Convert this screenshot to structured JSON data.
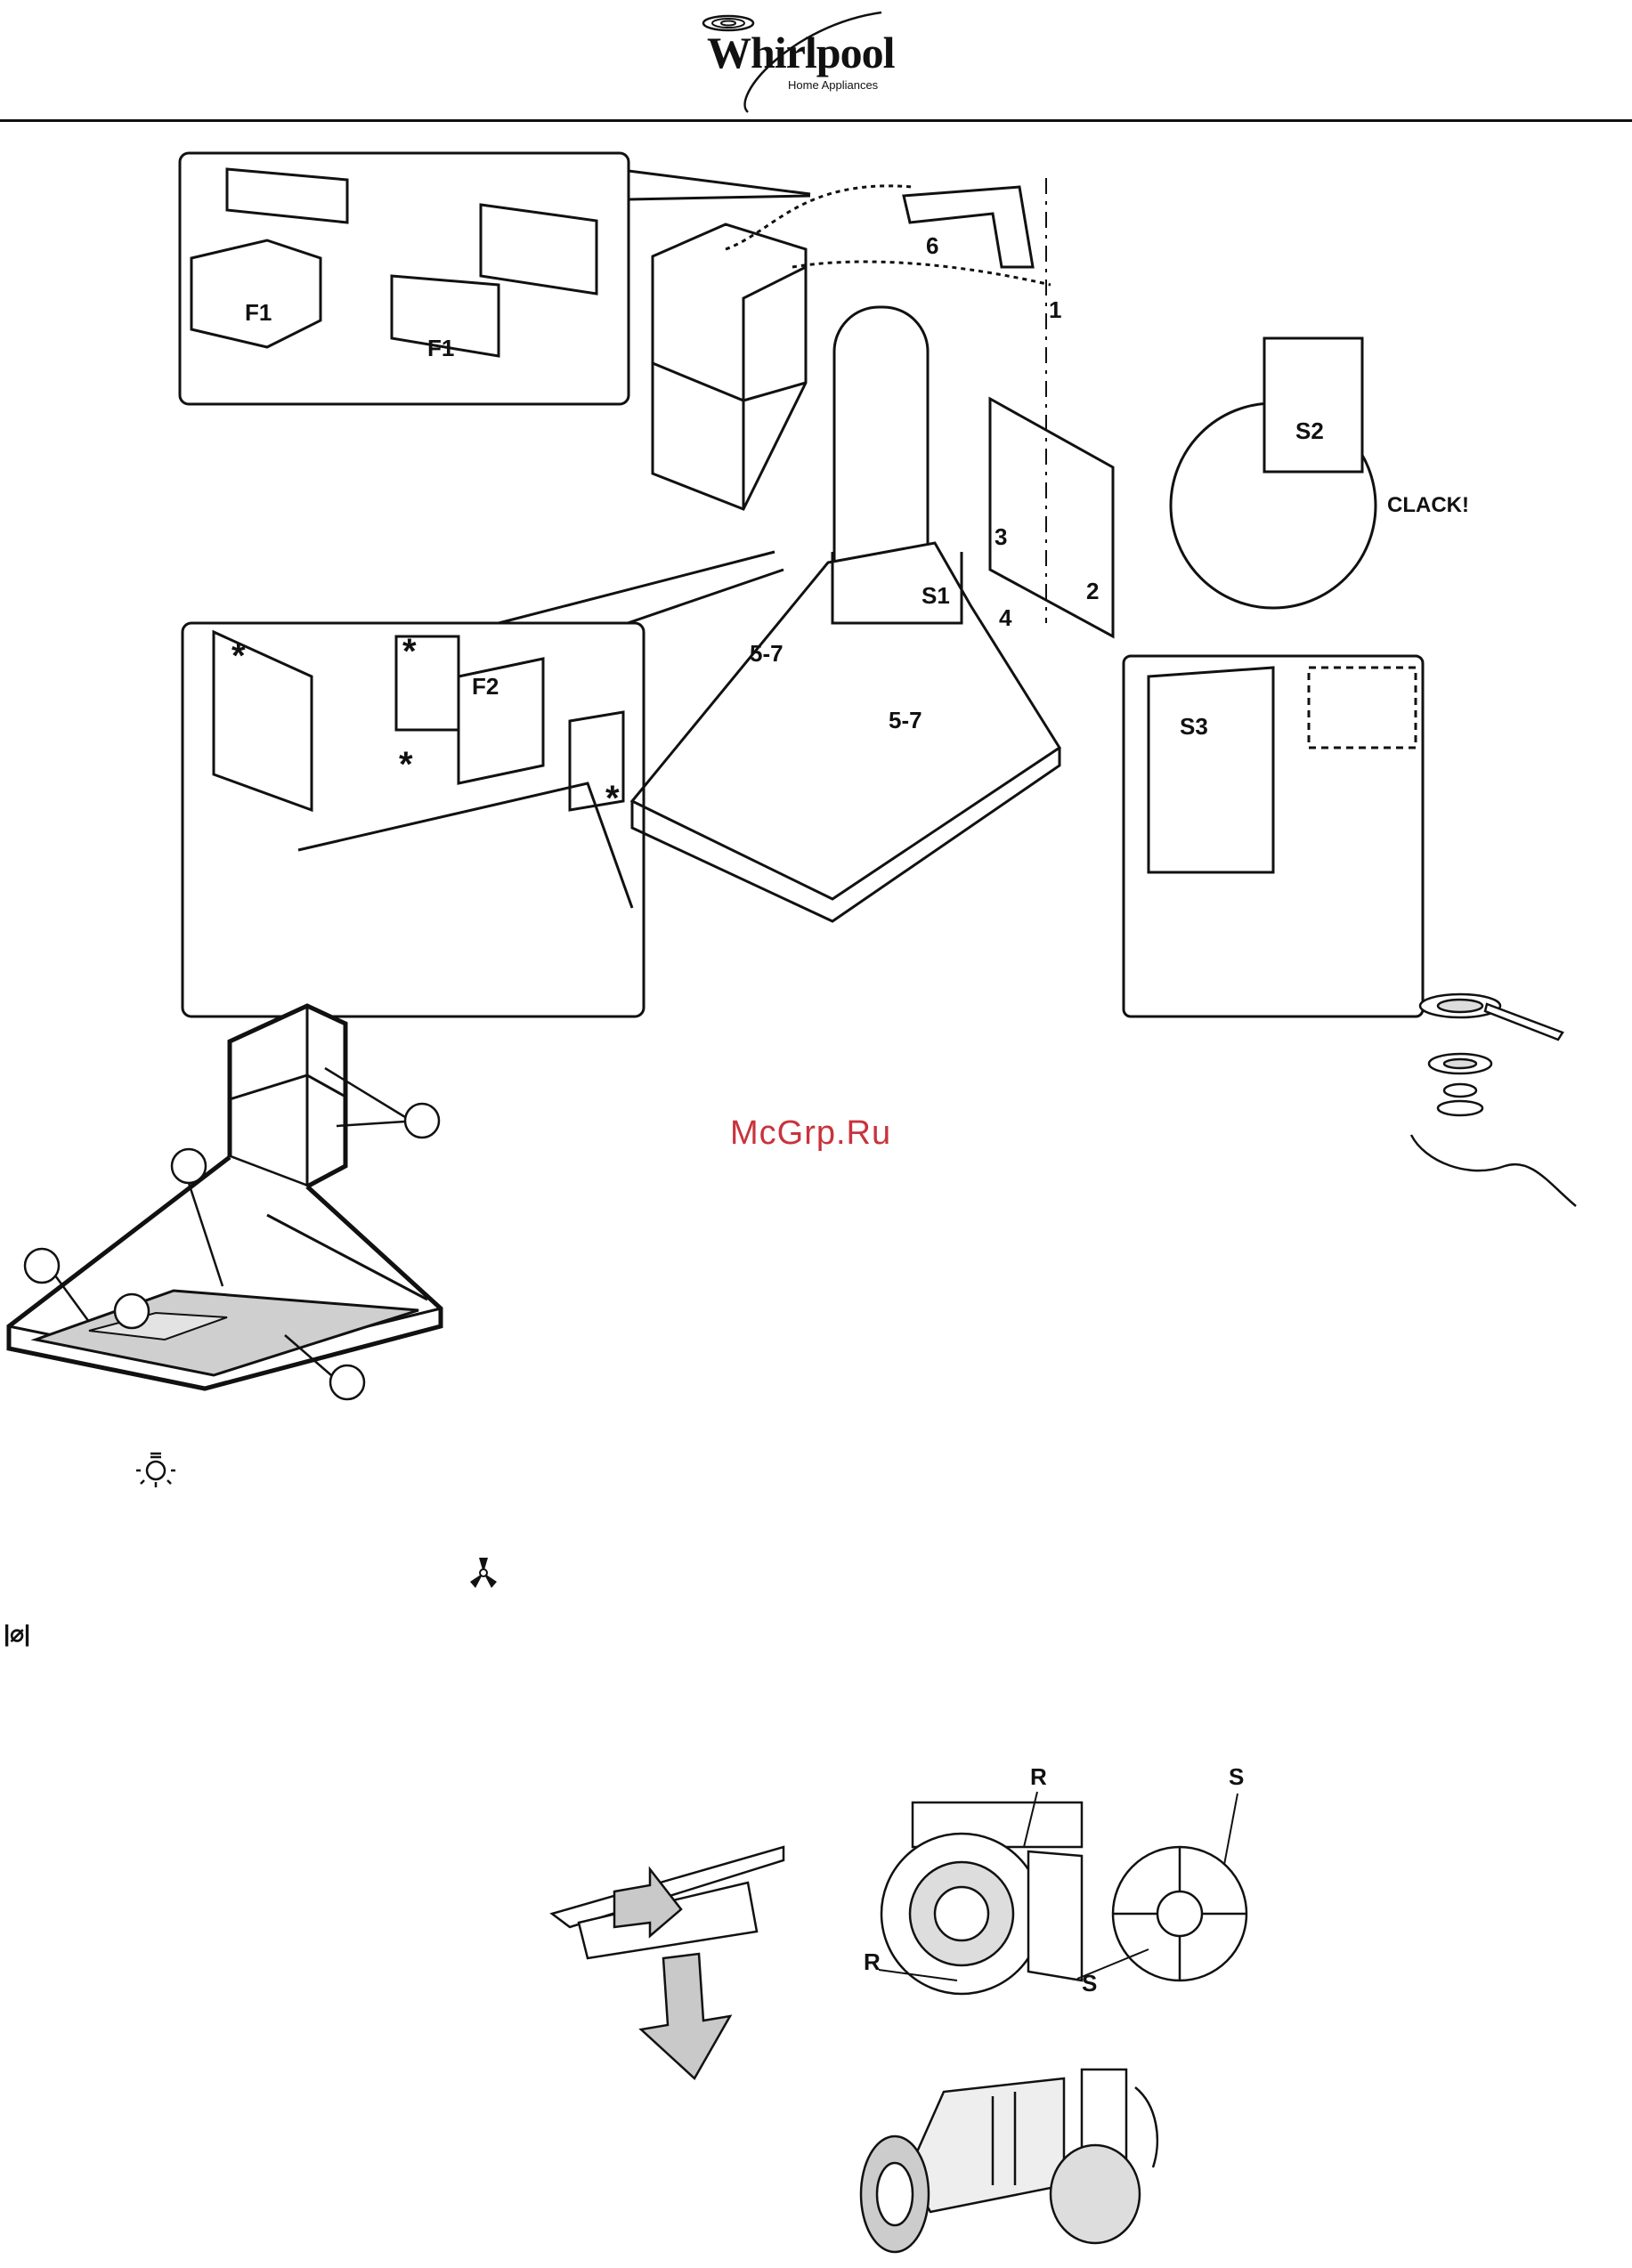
{
  "brand": {
    "name": "Whirlpool",
    "tagline": "Home Appliances"
  },
  "watermark": "McGrp.Ru",
  "installation": {
    "labels": {
      "f1_top": "F1",
      "f1_bottom": "F1",
      "f2": "F2",
      "s1": "S1",
      "s2": "S2",
      "s3": "S3",
      "clack": "CLACK!",
      "step1": "1",
      "step2": "2",
      "step3": "3",
      "step4": "4",
      "step6": "6",
      "step57a": "5-7",
      "step57b": "5-7",
      "asterisk1": "*",
      "asterisk2": "*",
      "asterisk3": "*",
      "asterisk4": "*"
    }
  },
  "symbols": {
    "light": "light-icon",
    "fan": "fan-icon",
    "code": "|⌀|"
  },
  "maintenance": {
    "labels": {
      "r_top": "R",
      "r_left": "R",
      "s_top": "S",
      "s_bottom": "S"
    }
  },
  "colors": {
    "line": "#111111",
    "watermark": "#c8333b",
    "filter_gray": "#cfcfcf",
    "arrow_gray": "#c9c9c9"
  }
}
